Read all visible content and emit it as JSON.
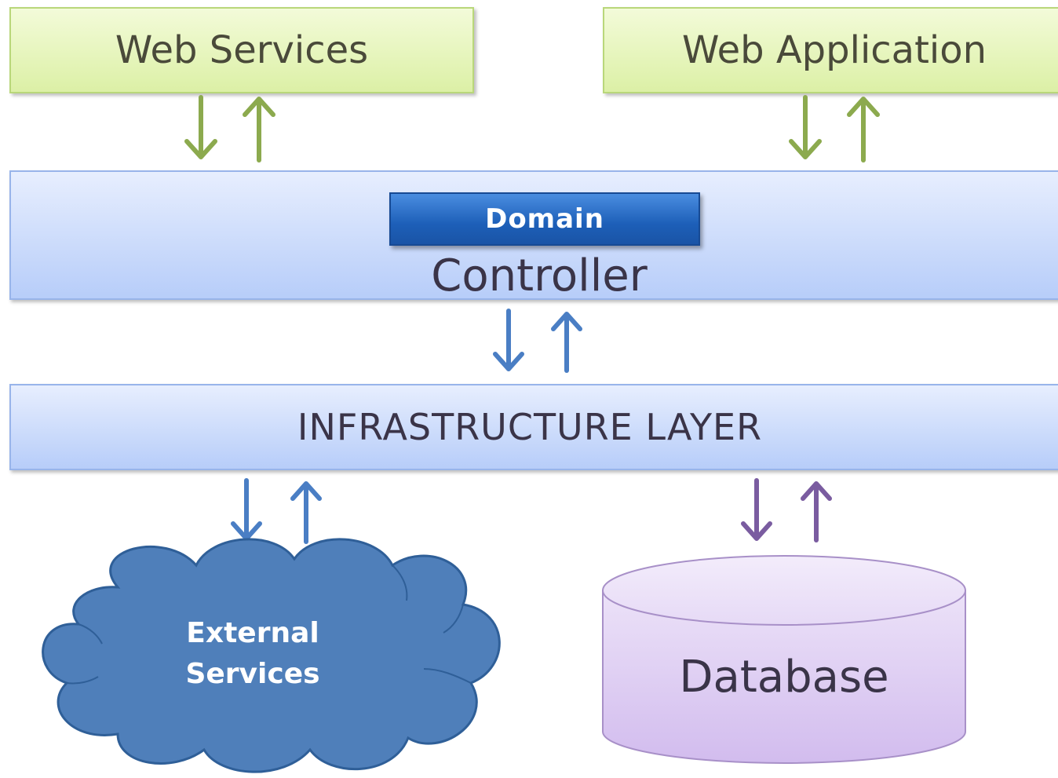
{
  "top_boxes": {
    "web_services": "Web Services",
    "web_application": "Web Application"
  },
  "controller_layer": {
    "domain": "Domain",
    "label": "Controller"
  },
  "infrastructure_layer": {
    "label": "INFRASTRUCTURE LAYER"
  },
  "external_services": {
    "line1": "External",
    "line2": "Services"
  },
  "database": {
    "label": "Database"
  },
  "colors": {
    "top_box_fill": "#dcf0a6",
    "top_arrow": "#8caa4e",
    "layer_fill": "#b7cdf9",
    "domain_fill": "#1d5fb8",
    "blue_arrow": "#4a7ec4",
    "cloud_fill": "#4f7fba",
    "db_fill": "#dccbf2",
    "purple_arrow": "#7a5ca0"
  }
}
